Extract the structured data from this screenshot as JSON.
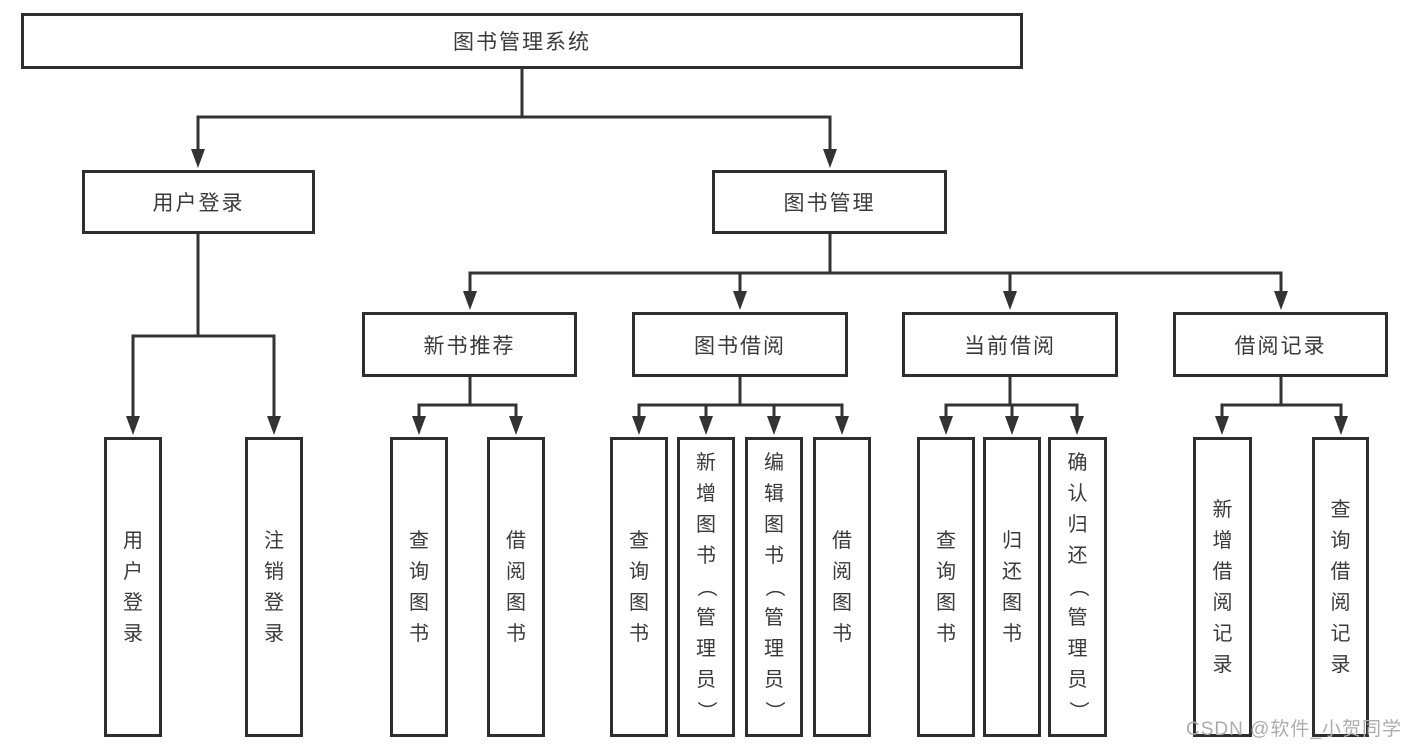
{
  "tree": {
    "root": "图书管理系统",
    "level1": [
      {
        "label": "用户登录",
        "leaves": [
          "用户登录",
          "注销登录"
        ]
      },
      {
        "label": "图书管理",
        "groups": [
          {
            "label": "新书推荐",
            "leaves": [
              "查询图书",
              "借阅图书"
            ]
          },
          {
            "label": "图书借阅",
            "leaves": [
              "查询图书",
              "新增图书（管理员）",
              "编辑图书（管理员）",
              "借阅图书"
            ]
          },
          {
            "label": "当前借阅",
            "leaves": [
              "查询图书",
              "归还图书",
              "确认归还（管理员）"
            ]
          },
          {
            "label": "借阅记录",
            "leaves": [
              "新增借阅记录",
              "查询借阅记录"
            ]
          }
        ]
      }
    ]
  },
  "watermark": "CSDN @软件_小贺同学",
  "style": {
    "line_color": "#333333",
    "border_color": "#2e2e2e",
    "text_color": "#3a3a3a",
    "watermark_color": "#acacac",
    "background_color": "#ffffff"
  }
}
